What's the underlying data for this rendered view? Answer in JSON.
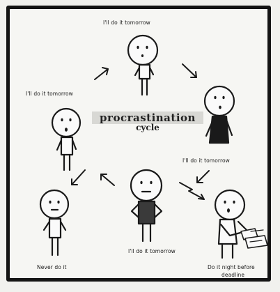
{
  "cycle": {
    "title": "procrastination",
    "subtitle": "cycle"
  },
  "labels": {
    "top": "I'll do it tomorrow",
    "left": "I'll do it tomorrow",
    "right": "I'll do it tomorrow",
    "bottom_center": "I'll do it tomorrow",
    "bottom_left": "Never do it",
    "bottom_right_line1": "Do it night before",
    "bottom_right_line2": "deadline"
  },
  "colors": {
    "ink": "#1a1a1a",
    "paper": "#f6f6f3",
    "shirt_dark": "#1a1a1a",
    "shirt_mid": "#3a3a3a"
  }
}
